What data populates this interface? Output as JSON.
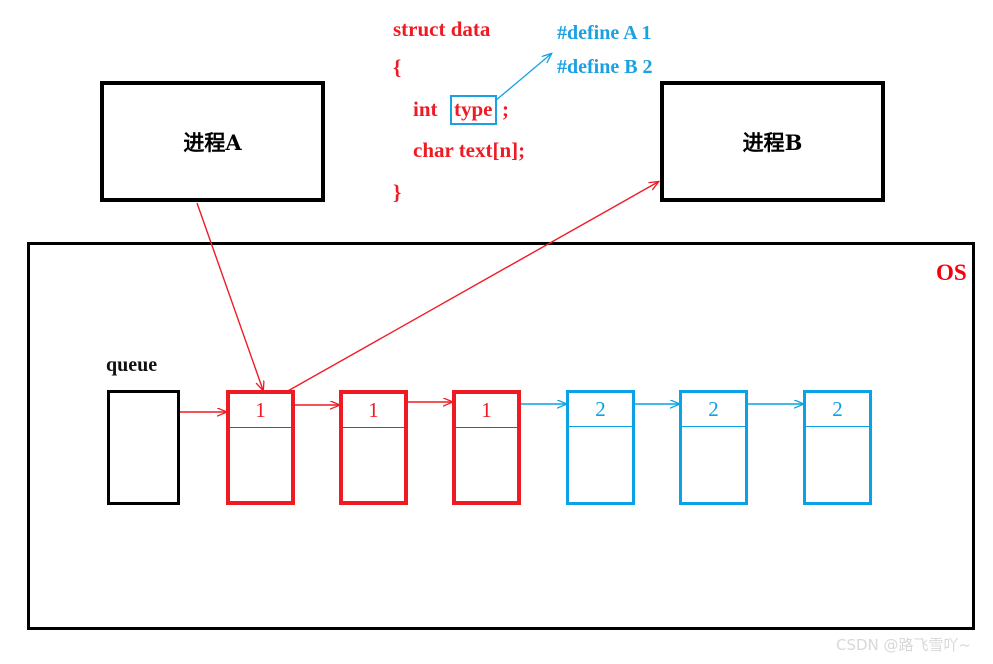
{
  "diagram": {
    "title": "Message queue IPC diagram",
    "colors": {
      "red": "#ef1b24",
      "blue": "#0aa2e3",
      "black": "#000000",
      "os_label_red": "#f5000f",
      "watermark_gray": "#d8d8d8"
    }
  },
  "processes": [
    {
      "id": "proc-a",
      "label": "进程A"
    },
    {
      "id": "proc-b",
      "label": "进程B"
    }
  ],
  "os": {
    "label": "OS"
  },
  "code": {
    "struct_decl": "struct data",
    "brace_open": "{",
    "field_int": "int",
    "field_type": "type",
    "field_type_semicolon": ";",
    "field_char": "char text[n];",
    "brace_close": "}",
    "defines": [
      "#define A 1",
      "#define B 2"
    ]
  },
  "queue": {
    "label": "queue",
    "nodes": [
      {
        "value": "1",
        "color": "red"
      },
      {
        "value": "1",
        "color": "red"
      },
      {
        "value": "1",
        "color": "red"
      },
      {
        "value": "2",
        "color": "blue"
      },
      {
        "value": "2",
        "color": "blue"
      },
      {
        "value": "2",
        "color": "blue"
      }
    ]
  },
  "watermark": {
    "text": "CSDN @路飞雪吖~"
  }
}
